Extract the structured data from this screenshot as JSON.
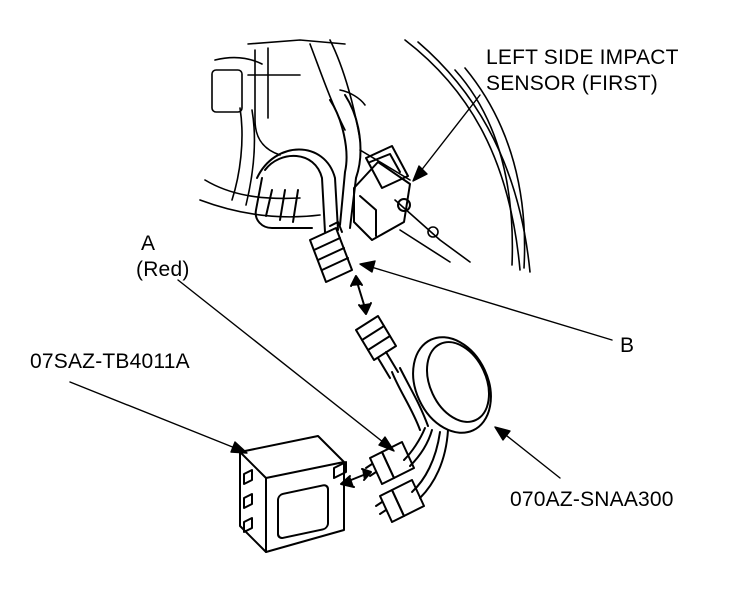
{
  "labels": {
    "sensor_line1": "LEFT SIDE IMPACT",
    "sensor_line2": "SENSOR (FIRST)",
    "a_letter": "A",
    "a_color": "(Red)",
    "b_letter": "B",
    "tool_box": "07SAZ-TB4011A",
    "tool_harness": "070AZ-SNAA300"
  },
  "colors": {
    "ink": "#000000",
    "paper": "#ffffff"
  }
}
